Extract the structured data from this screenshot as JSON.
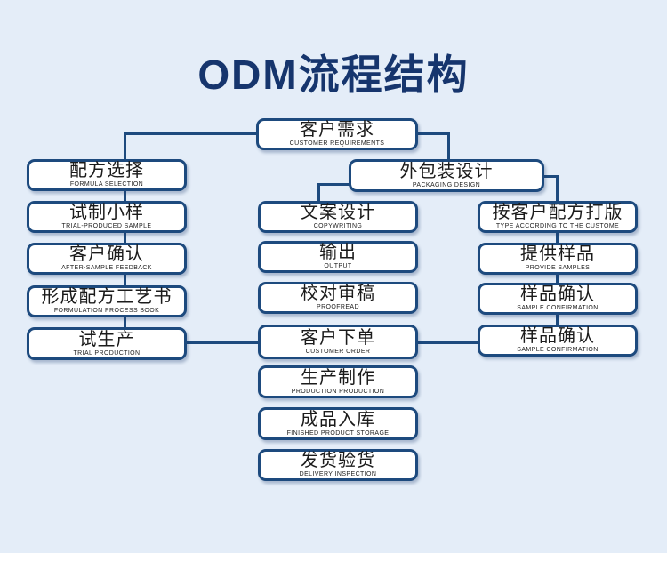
{
  "page": {
    "title": "ODM流程结构"
  },
  "colors": {
    "background": "#e4edf8",
    "bottom_strip": "#ffffff",
    "box_fill": "#ffffff",
    "box_border": "#1d4a7e",
    "connector_line": "#1d4a7e",
    "title_text": "#16356d",
    "node_text": "#1b1b1b"
  },
  "nodes": {
    "customer_requirements": {
      "zh": "客户需求",
      "en": "CUSTOMER REQUIREMENTS"
    },
    "formula_selection": {
      "zh": "配方选择",
      "en": "FORMULA SELECTION"
    },
    "trial_produced_sample": {
      "zh": "试制小样",
      "en": "TRIAL-PRODUCED SAMPLE"
    },
    "after_sample_feedback": {
      "zh": "客户确认",
      "en": "AFTER-SAMPLE FEEDBACK"
    },
    "formulation_process_book": {
      "zh": "形成配方工艺书",
      "en": "FORMULATION PROCESS BOOK"
    },
    "trial_production": {
      "zh": "试生产",
      "en": "TRIAL PRODUCTION"
    },
    "packaging_design": {
      "zh": "外包装设计",
      "en": "PACKAGING DESIGN"
    },
    "copywriting": {
      "zh": "文案设计",
      "en": "COPYWRITING"
    },
    "output": {
      "zh": "输出",
      "en": "OUTPUT"
    },
    "proofread": {
      "zh": "校对审稿",
      "en": "PROOFREAD"
    },
    "customer_order": {
      "zh": "客户下单",
      "en": "CUSTOMER ORDER"
    },
    "production_production": {
      "zh": "生产制作",
      "en": "PRODUCTION PRODUCTION"
    },
    "finished_product_storage": {
      "zh": "成品入库",
      "en": "FINISHED PRODUCT STORAGE"
    },
    "delivery_inspection": {
      "zh": "发货验货",
      "en": "DELIVERY INSPECTION"
    },
    "type_according_to_customer": {
      "zh": "按客户配方打版",
      "en": "TYPE ACCORDING TO THE CUSTOME"
    },
    "provide_samples": {
      "zh": "提供样品",
      "en": "PROVIDE SAMPLES"
    },
    "sample_confirmation_1": {
      "zh": "样品确认",
      "en": "SAMPLE CONFIRMATION"
    },
    "sample_confirmation_2": {
      "zh": "样品确认",
      "en": "SAMPLE CONFIRMATION"
    }
  }
}
